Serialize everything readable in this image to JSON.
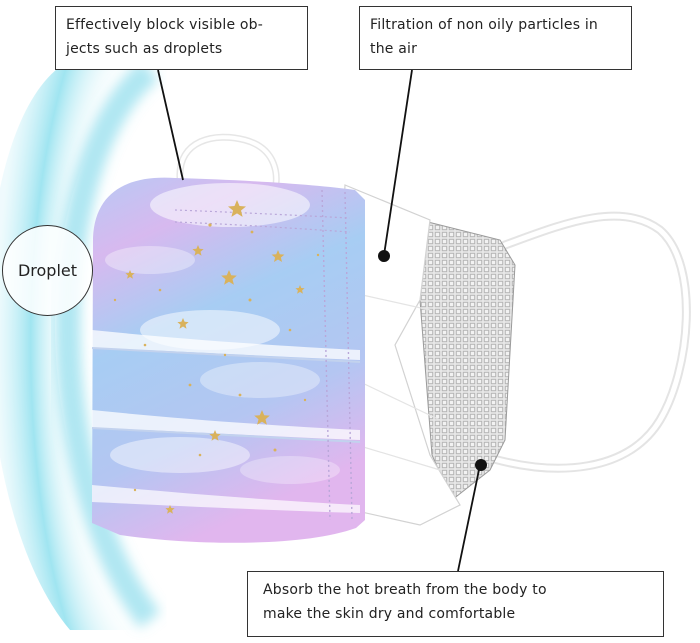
{
  "callouts": {
    "block_droplets": "Effectively block visible ob-\njects such as droplets",
    "filtration": "Filtration of non oily particles in\nthe air",
    "absorb_breath": "Absorb the hot breath from the body to\nmake the skin dry and comfortable"
  },
  "droplet_label": "Droplet",
  "colors": {
    "droplet_shield": "#7fd8ea",
    "mask_blue": "#a9c8f2",
    "mask_pink": "#e5b9ee",
    "star_gold": "#d9b25c",
    "inner_white": "#ffffff",
    "mesh_grey": "#8c8c8c"
  }
}
